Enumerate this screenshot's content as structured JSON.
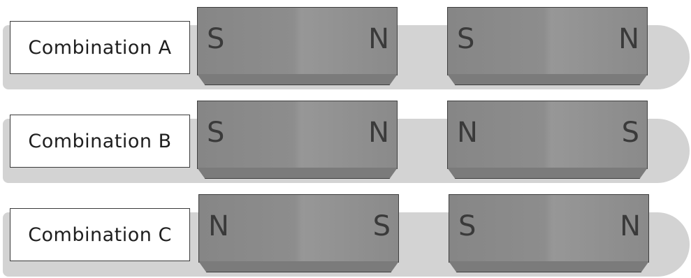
{
  "combinations": [
    {
      "label": "Combination A",
      "magnets": [
        {
          "left": "S",
          "right": "N"
        },
        {
          "left": "S",
          "right": "N"
        }
      ]
    },
    {
      "label": "Combination B",
      "magnets": [
        {
          "left": "S",
          "right": "N"
        },
        {
          "left": "N",
          "right": "S"
        }
      ]
    },
    {
      "label": "Combination C",
      "magnets": [
        {
          "left": "N",
          "right": "S"
        },
        {
          "left": "S",
          "right": "N"
        }
      ]
    }
  ]
}
